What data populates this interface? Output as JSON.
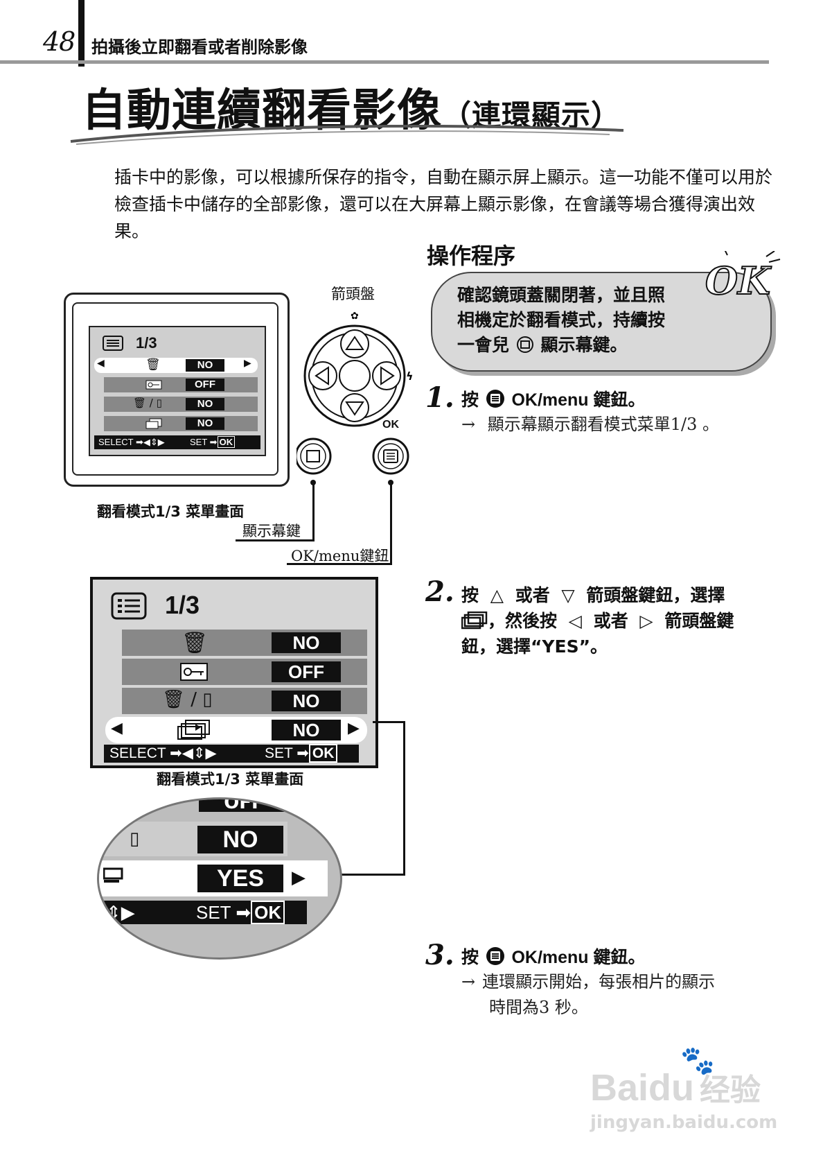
{
  "header": {
    "page_number": "48",
    "title": "拍攝後立即翻看或者削除影像"
  },
  "title": {
    "main": "自動連續翻看影像",
    "paren": "（連環顯示）"
  },
  "intro": "插卡中的影像，可以根據所保存的指令，自動在顯示屏上顯示。這一功能不僅可以用於檢查插卡中儲存的全部影像，還可以在大屏幕上顯示影像，在會議等場合獲得演出效果。",
  "procedure_heading": "操作程序",
  "tip": {
    "line1": "確認鏡頭蓋關閉著，並且照",
    "line2": "相機定於翻看模式，持續按",
    "line3_a": "一會兒",
    "line3_b": "顯示幕鍵。",
    "ok_mark": "OK"
  },
  "dial": {
    "label": "箭頭盤",
    "ok_label": "OK",
    "display_key_label": "顯示幕鍵",
    "ok_menu_label": "OK/menu鍵鈕"
  },
  "menu_small": {
    "page": "1/3",
    "rows": [
      {
        "icon": "erase-all-icon",
        "value": "NO"
      },
      {
        "icon": "protect-icon",
        "value": "OFF"
      },
      {
        "icon": "erase-protect-icon",
        "value": "NO"
      },
      {
        "icon": "slideshow-icon",
        "value": "NO"
      }
    ],
    "footer_select": "SELECT",
    "footer_set": "SET",
    "footer_ok": "OK",
    "caption": "翻看模式1/3 菜單畫面"
  },
  "menu_large": {
    "page": "1/3",
    "rows": [
      {
        "icon": "erase-all-icon",
        "value": "NO"
      },
      {
        "icon": "protect-icon",
        "value": "OFF"
      },
      {
        "icon": "erase-protect-icon",
        "value": "NO"
      },
      {
        "icon": "slideshow-icon",
        "value": "NO"
      }
    ],
    "footer_select": "SELECT",
    "footer_set": "SET",
    "footer_ok": "OK",
    "caption": "翻看模式1/3 菜單畫面"
  },
  "zoom": {
    "top_cut": "OFF",
    "row1": "NO",
    "row2": "YES",
    "footer_set": "SET",
    "footer_ok": "OK"
  },
  "steps": [
    {
      "num": "1.",
      "text_a": "按",
      "text_b": "OK/menu 鍵鈕。",
      "arrow": "→",
      "sub": "顯示幕顯示翻看模式菜單1/3 。"
    },
    {
      "num": "2.",
      "line1_a": "按",
      "line1_b": "或者",
      "line1_c": "箭頭盤鍵鈕，選擇",
      "line2_a": "，然後按",
      "line2_b": "或者",
      "line2_c": "箭頭盤鍵",
      "line3": "鈕，選擇“YES”。"
    },
    {
      "num": "3.",
      "text_a": "按",
      "text_b": "OK/menu 鍵鈕。",
      "arrow": "→",
      "sub_line1": "連環顯示開始，每張相片的顯示",
      "sub_line2": "時間為3 秒。"
    }
  ],
  "watermark": {
    "brand": "Baidu",
    "cn": "经验",
    "url": "jingyan.baidu.com"
  }
}
